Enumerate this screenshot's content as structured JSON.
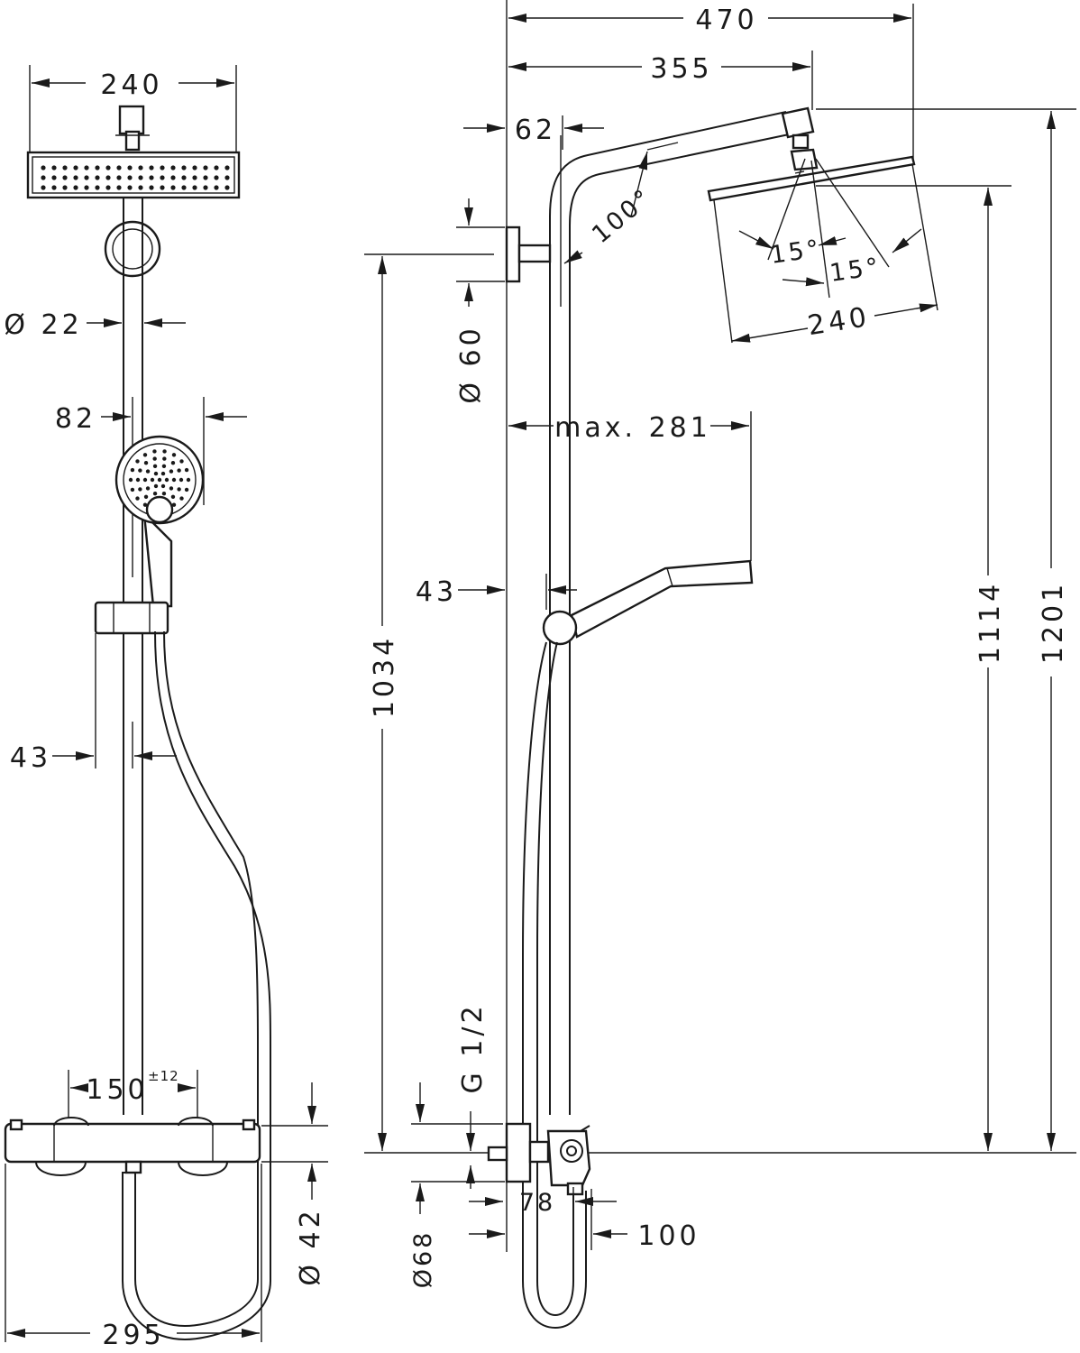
{
  "front_view": {
    "width_head": "240",
    "pipe_diameter": "Ø 22",
    "handshower_diameter": "82",
    "slider_offset": "43",
    "connection_spacing": "150",
    "connection_tolerance": "±12",
    "thermostat_diameter": "Ø 42",
    "thermostat_width": "295"
  },
  "side_view": {
    "total_projection": "470",
    "arm_projection": "355",
    "wall_offset": "62",
    "arm_angle": "100°",
    "wall_bracket_diameter": "Ø 60",
    "swivel_angle_1": "15°",
    "swivel_angle_2": "15°",
    "head_width": "240",
    "max_reach": "max. 281",
    "slider_offset": "43",
    "bracket_height": "1034",
    "head_height": "1114",
    "total_height": "1201",
    "thread": "G 1/2",
    "rosette_diameter": "Ø68",
    "connection_depth": "78",
    "thermostat_depth": "100"
  }
}
